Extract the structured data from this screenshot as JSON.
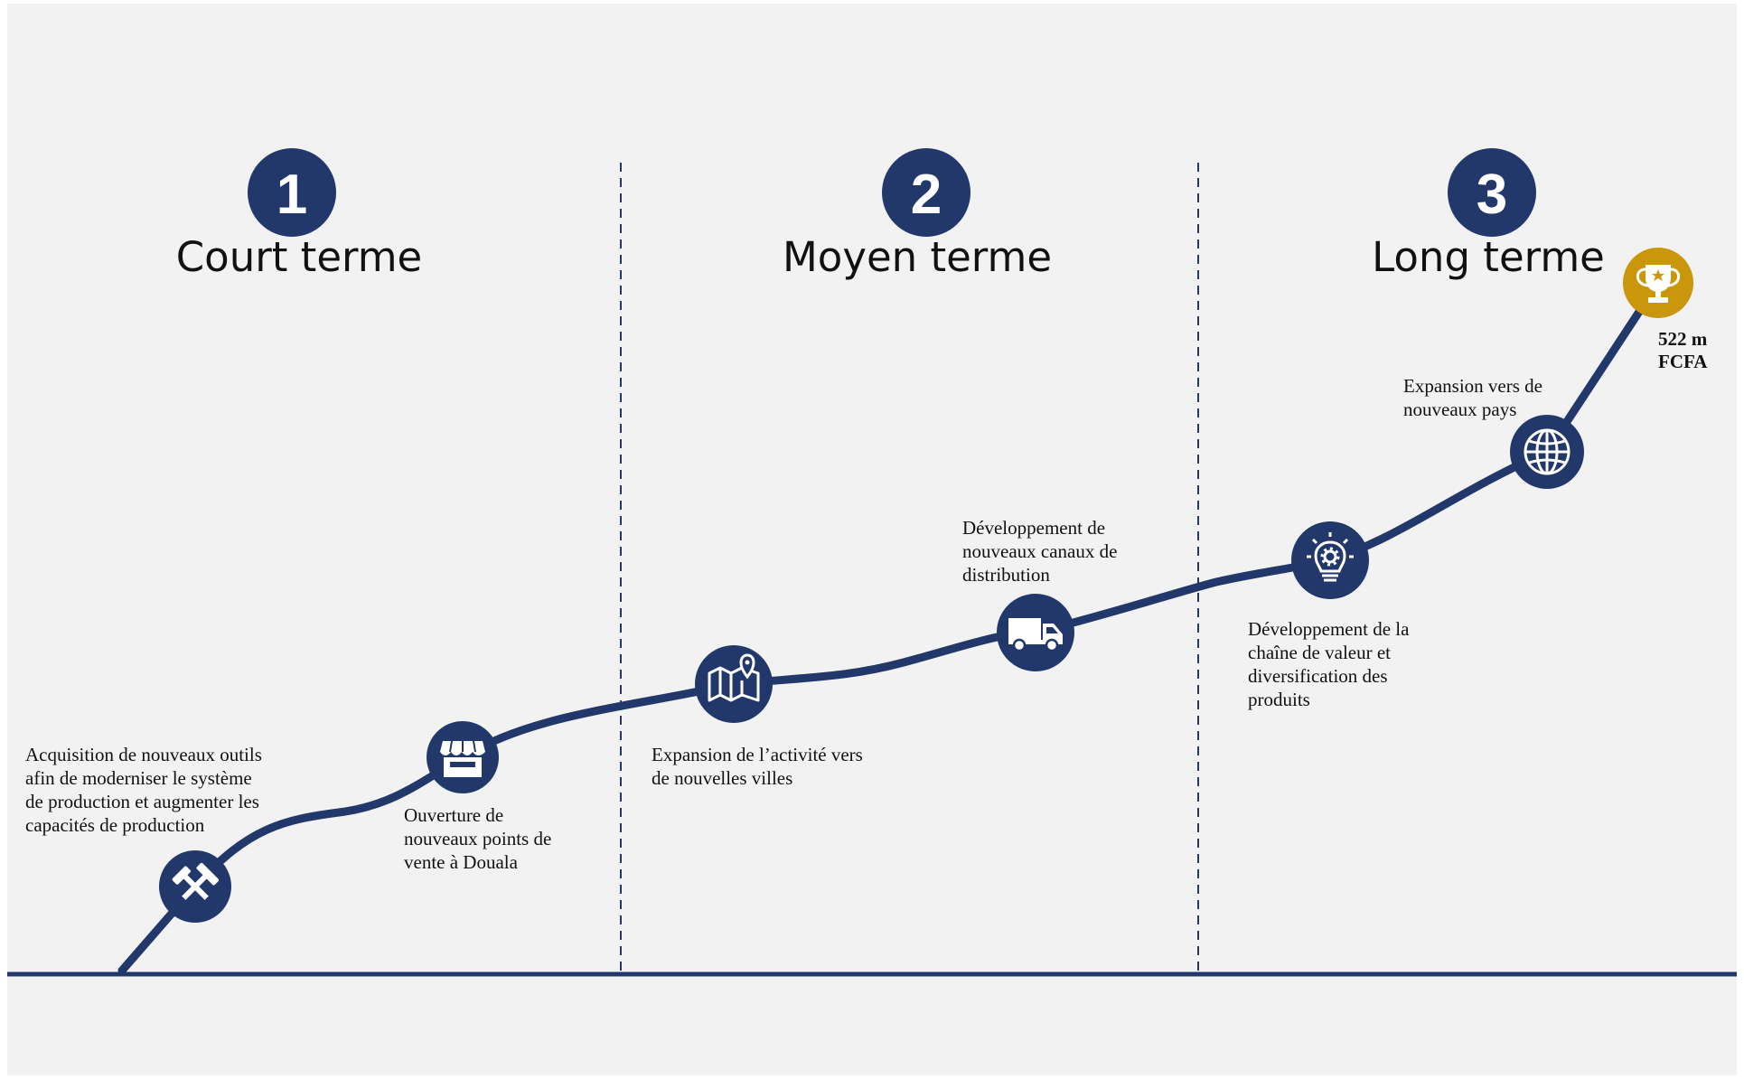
{
  "colors": {
    "background": "#f2f2f2",
    "navy": "#22386b",
    "gold": "#c9960c",
    "icon": "#ffffff",
    "text": "#111111"
  },
  "phases": [
    {
      "number": "1",
      "title": "Court terme"
    },
    {
      "number": "2",
      "title": "Moyen terme"
    },
    {
      "number": "3",
      "title": "Long terme"
    }
  ],
  "milestones": [
    {
      "icon": "hammer-pick-icon",
      "label": [
        "Acquisition de nouveaux outils",
        "afin de moderniser le système",
        "de production et augmenter les",
        "capacités de production"
      ]
    },
    {
      "icon": "storefront-icon",
      "label": [
        "Ouverture de",
        "nouveaux points de",
        "vente à Douala"
      ]
    },
    {
      "icon": "map-pin-icon",
      "label": [
        "Expansion de l’activité vers",
        "de nouvelles villes"
      ]
    },
    {
      "icon": "delivery-truck-icon",
      "label": [
        "Développement de",
        "nouveaux canaux de",
        "distribution"
      ]
    },
    {
      "icon": "lightbulb-gear-icon",
      "label": [
        "Développement de la",
        "chaîne de valeur et",
        "diversification des",
        "produits"
      ]
    },
    {
      "icon": "globe-icon",
      "label": [
        "Expansion vers de",
        "nouveaux pays"
      ]
    }
  ],
  "goal": {
    "icon": "trophy-icon",
    "label": [
      "522 m",
      "FCFA"
    ]
  }
}
